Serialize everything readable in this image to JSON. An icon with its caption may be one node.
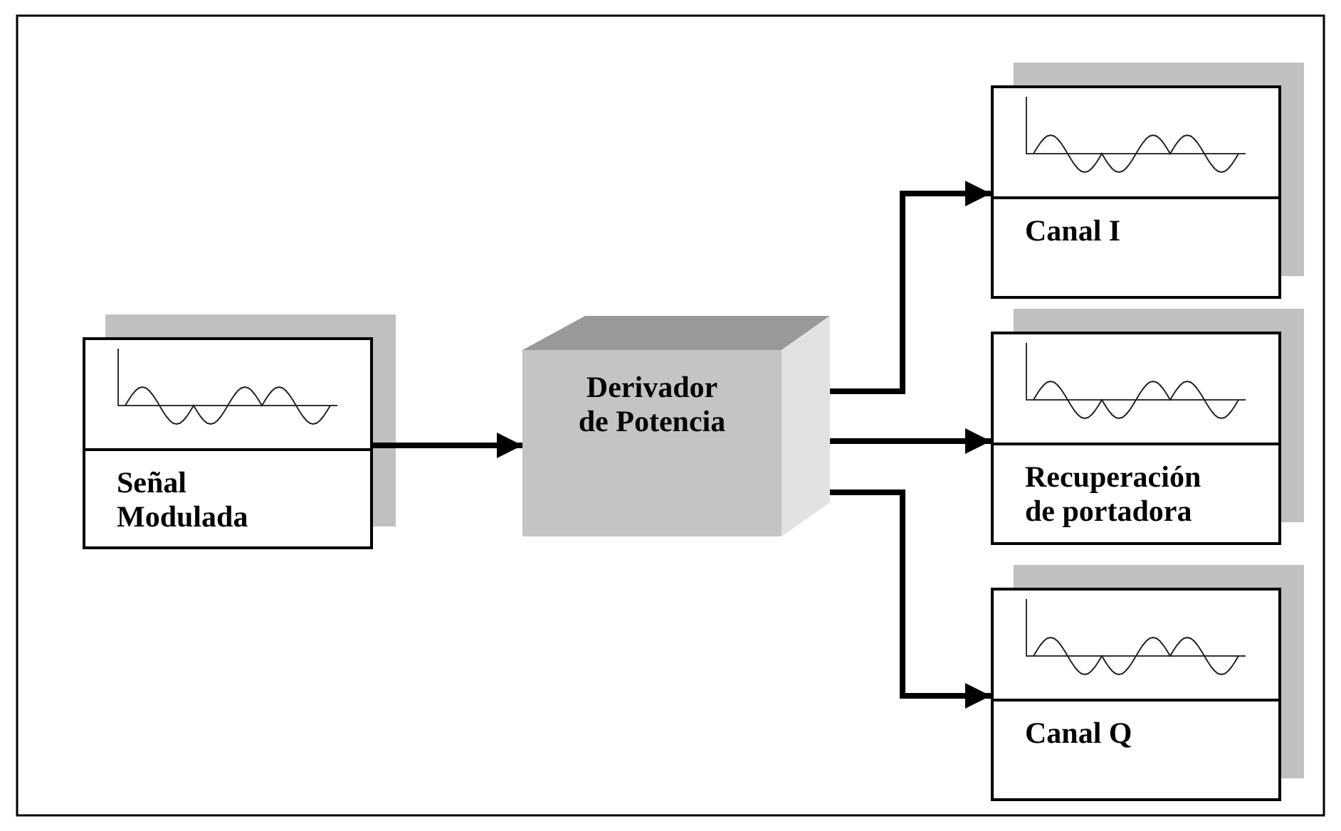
{
  "diagram": {
    "nodes": [
      {
        "text": [
          "Señal Modulada"
        ]
      },
      {
        "text": [
          "Derivador de Potencia"
        ]
      },
      {
        "text": [
          "Canal I"
        ]
      },
      {
        "text": [
          "Recuperación de portadora"
        ]
      },
      {
        "text": [
          "Canal Q"
        ]
      }
    ],
    "edges": [
      {
        "from": 0,
        "to": 1,
        "arrow": "to"
      },
      {
        "from": 1,
        "to": 2,
        "arrow": "to"
      },
      {
        "from": 1,
        "to": 3,
        "arrow": "to"
      },
      {
        "from": 1,
        "to": 4,
        "arrow": "to"
      }
    ]
  }
}
